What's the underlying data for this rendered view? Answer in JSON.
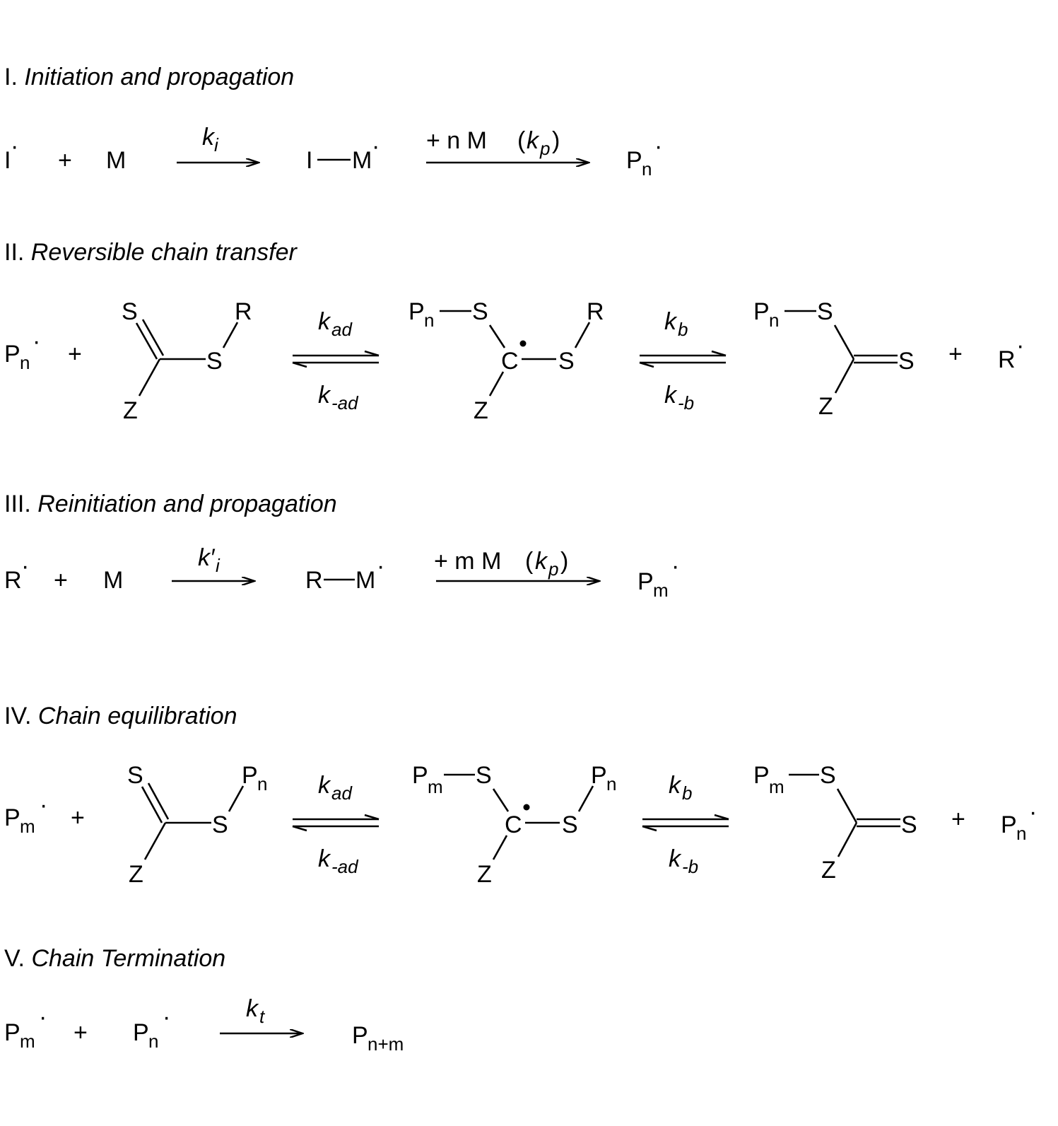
{
  "sections": [
    {
      "numeral": "I.",
      "title": "Initiation and propagation"
    },
    {
      "numeral": "II.",
      "title": "Reversible chain transfer"
    },
    {
      "numeral": "III.",
      "title": "Reinitiation and propagation"
    },
    {
      "numeral": "IV.",
      "title": "Chain equilibration"
    },
    {
      "numeral": "V.",
      "title": "Chain Termination"
    }
  ],
  "atoms": {
    "I": "I",
    "M": "M",
    "R": "R",
    "S": "S",
    "Z": "Z",
    "C": "C",
    "P": "P"
  },
  "subscripts": {
    "n": "n",
    "m": "m",
    "nm": "n+m"
  },
  "symbols": {
    "plus": "+",
    "radical": "·",
    "open": "(",
    "close": ")",
    "n_M": "+ n M",
    "m_M": "+ m M"
  },
  "rates": {
    "k": "k",
    "k_prime": "k′",
    "i": "i",
    "p": "p",
    "ad": "ad",
    "neg_ad": "-ad",
    "b": "b",
    "neg_b": "-b",
    "t": "t"
  }
}
